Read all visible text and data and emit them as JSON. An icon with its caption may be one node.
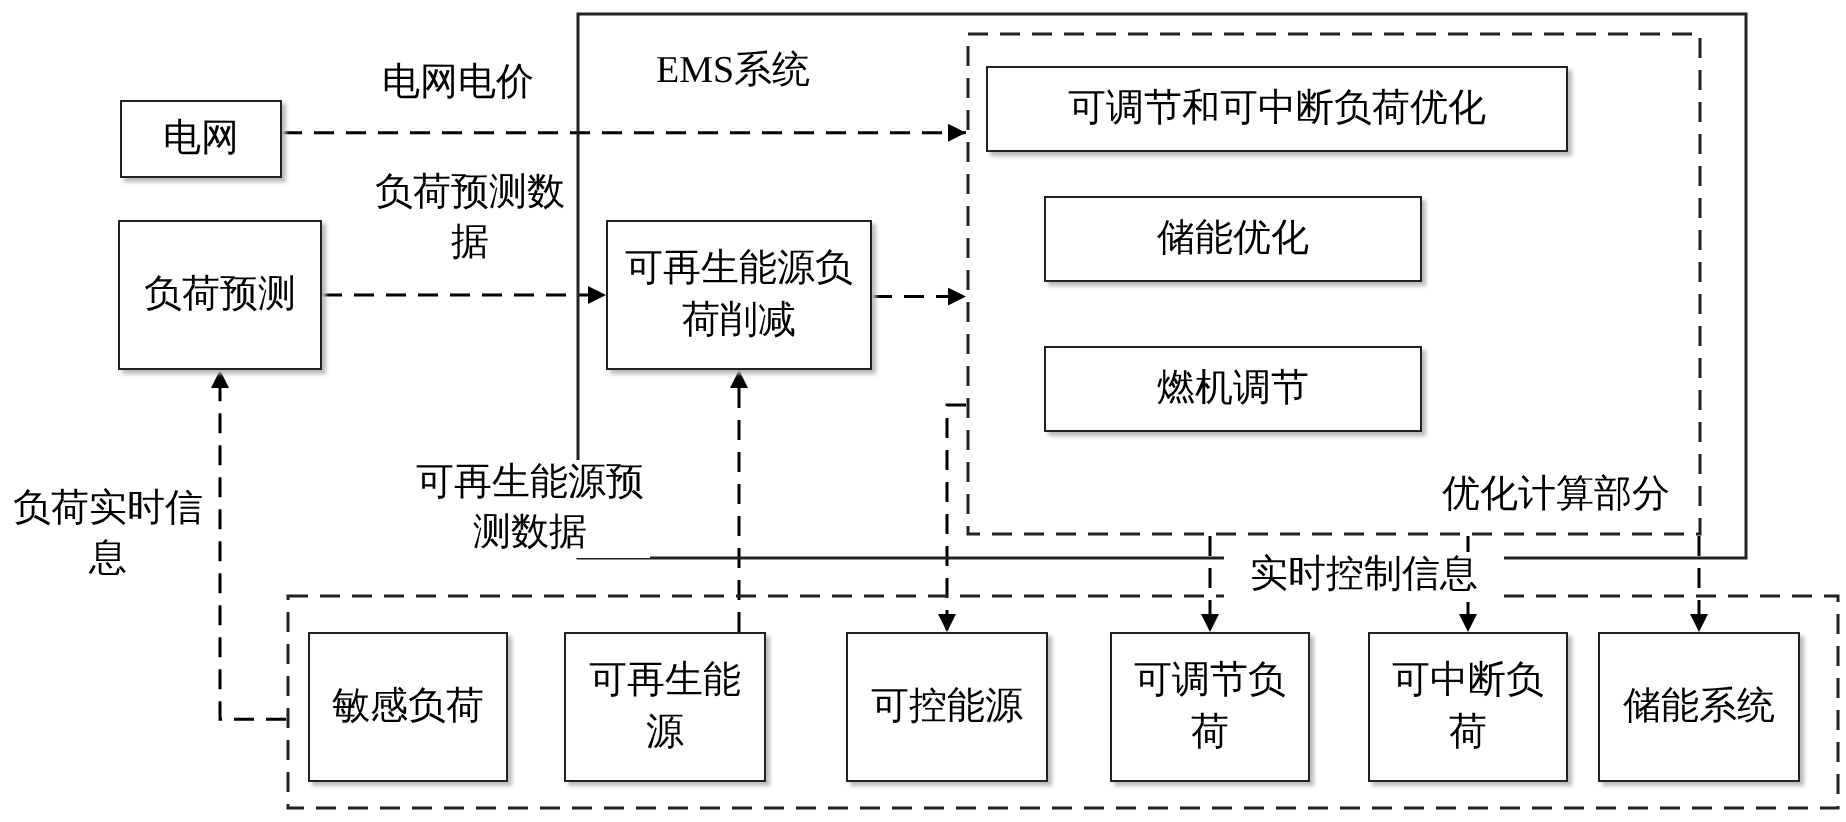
{
  "diagram": {
    "nodes": [
      {
        "text": [
          "电网"
        ]
      },
      {
        "text": [
          "负荷预测"
        ]
      },
      {
        "text": [
          "EMS系统"
        ]
      },
      {
        "text": [
          "可再生能源负荷削减"
        ],
        "in": 2
      },
      {
        "text": [
          "优化计算部分"
        ],
        "in": 2
      },
      {
        "text": [
          "可调节和可中断负荷优化"
        ],
        "in": 4
      },
      {
        "text": [
          "储能优化"
        ],
        "in": 4
      },
      {
        "text": [
          "燃机调节"
        ],
        "in": 4
      },
      {
        "text": [],
        "shape": "box"
      },
      {
        "text": [
          "敏感负荷"
        ],
        "in": 8
      },
      {
        "text": [
          "可再生能源"
        ],
        "in": 8
      },
      {
        "text": [
          "可控能源"
        ],
        "in": 8
      },
      {
        "text": [
          "可调节负荷"
        ],
        "in": 8
      },
      {
        "text": [
          "可中断负荷"
        ],
        "in": 8
      },
      {
        "text": [
          "储能系统"
        ],
        "in": 8
      }
    ],
    "edges": [
      {
        "from": 0,
        "to": 4,
        "arrow": "to",
        "label": "电网电价",
        "style": "dashed"
      },
      {
        "from": 1,
        "to": 3,
        "arrow": "to",
        "label": "负荷预测数据",
        "style": "dashed"
      },
      {
        "from": 3,
        "to": 4,
        "arrow": "to",
        "style": "dashed"
      },
      {
        "from": 8,
        "to": 1,
        "arrow": "to",
        "label": "负荷实时信息",
        "style": "dashed"
      },
      {
        "from": 10,
        "to": 3,
        "arrow": "to",
        "label": "可再生能源预测数据",
        "style": "dashed"
      },
      {
        "from": 4,
        "to": 11,
        "arrow": "to",
        "style": "dashed"
      },
      {
        "from": 4,
        "to": 12,
        "arrow": "to",
        "label": "实时控制信息",
        "style": "dashed"
      },
      {
        "from": 4,
        "to": 13,
        "arrow": "to",
        "style": "dashed"
      },
      {
        "from": 4,
        "to": 14,
        "arrow": "to",
        "style": "dashed"
      }
    ]
  }
}
